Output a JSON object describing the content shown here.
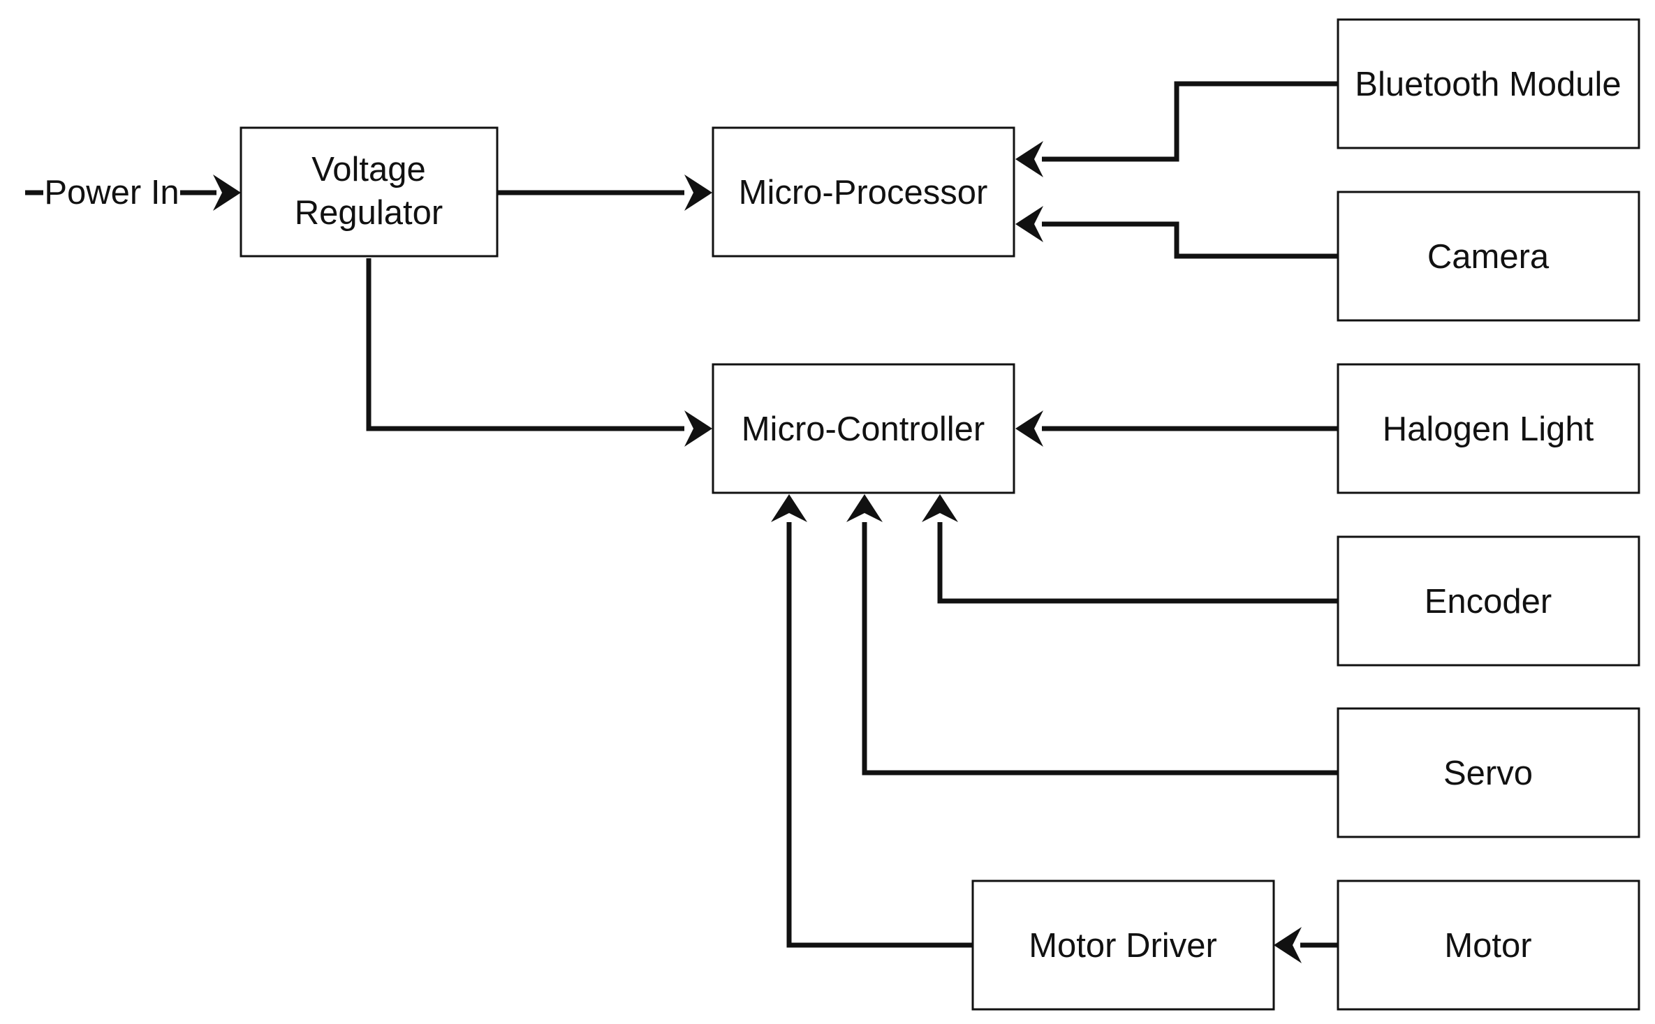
{
  "diagram": {
    "input_label": "Power In",
    "blocks": {
      "voltage_regulator": {
        "line1": "Voltage",
        "line2": "Regulator"
      },
      "micro_processor": {
        "label": "Micro-Processor"
      },
      "micro_controller": {
        "label": "Micro-Controller"
      },
      "bluetooth_module": {
        "label": "Bluetooth Module"
      },
      "camera": {
        "label": "Camera"
      },
      "halogen_light": {
        "label": "Halogen Light"
      },
      "encoder": {
        "label": "Encoder"
      },
      "servo": {
        "label": "Servo"
      },
      "motor_driver": {
        "label": "Motor Driver"
      },
      "motor": {
        "label": "Motor"
      }
    },
    "colors": {
      "stroke": "#111111",
      "background": "#ffffff"
    }
  }
}
